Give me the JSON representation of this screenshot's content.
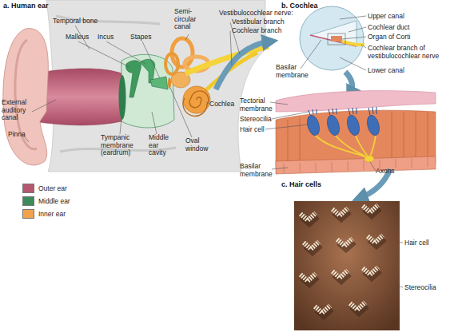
{
  "diagram": {
    "labels": [
      "a. Human ear",
      "Temporal bone",
      "Malleus",
      "Incus",
      "Stapes",
      "Semi-circular canal",
      "Vestibulocochlear nerve:",
      "Vestibular branch",
      "Cochlear branch",
      "External auditory canal",
      "Pinna",
      "Cochlea",
      "Oval window",
      "Tympanic membrane (eardrum)",
      "Middle ear cavity",
      "b. Cochlea",
      "Upper canal",
      "Cochlear duct",
      "Organ of Corti",
      "Cochlear branch of vestibulocochlear nerve",
      "Basilar membrane",
      "Lower canal",
      "Tectorial membrane",
      "Stereocilia",
      "Hair cell",
      "Basilar membrane",
      "Axons",
      "c. Hair cells",
      "Hair cell",
      "Stereocilia"
    ],
    "legend": [
      {
        "text": "Outer ear",
        "color": "#b5576f"
      },
      {
        "text": "Middle ear",
        "color": "#3d8a5a"
      },
      {
        "text": "Inner ear",
        "color": "#f0a34a"
      }
    ]
  }
}
